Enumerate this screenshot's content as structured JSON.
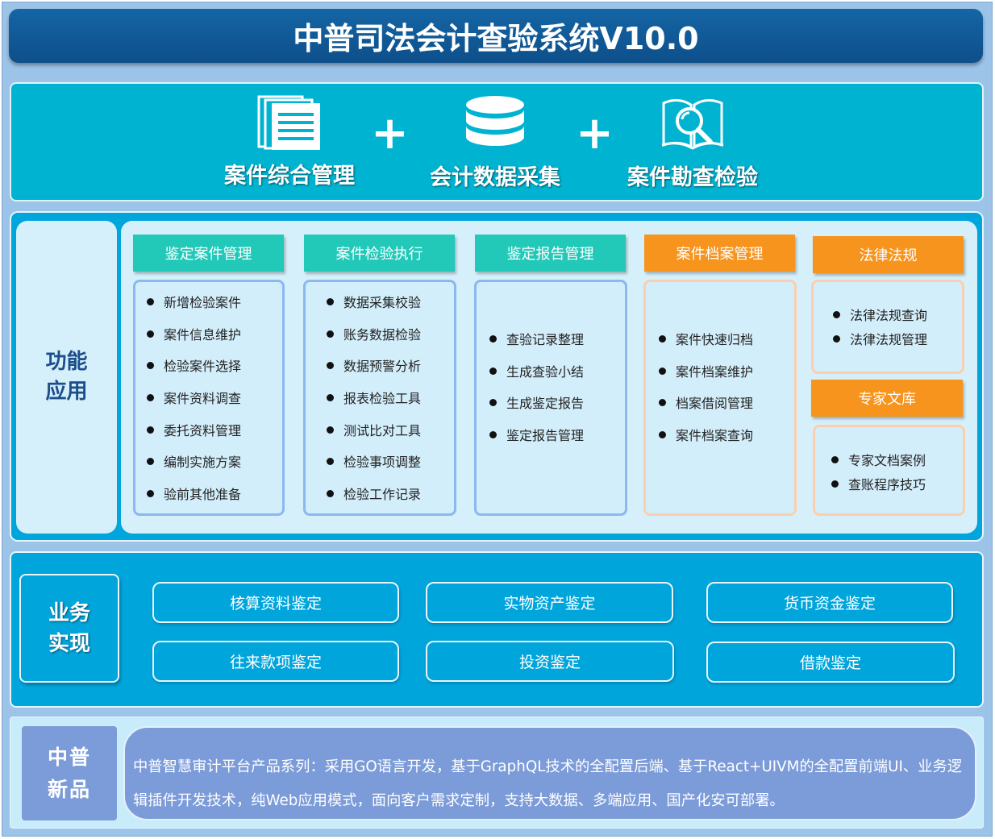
{
  "title": "中普司法会计查验系统V10.0",
  "hero": {
    "items": [
      {
        "label": "案件综合管理",
        "icon": "documents-icon"
      },
      {
        "label": "会计数据采集",
        "icon": "database-icon"
      },
      {
        "label": "案件勘查检验",
        "icon": "book-search-icon"
      }
    ],
    "plus": "+"
  },
  "functions": {
    "section_label": "功能应用",
    "categories": [
      {
        "title": "鉴定案件管理",
        "items": [
          "新增检验案件",
          "案件信息维护",
          "检验案件选择",
          "案件资料调查",
          "委托资料管理",
          "编制实施方案",
          "验前其他准备"
        ]
      },
      {
        "title": "案件检验执行",
        "items": [
          "数据采集校验",
          "账务数据检验",
          "数据预警分析",
          "报表检验工具",
          "测试比对工具",
          "检验事项调整",
          "检验工作记录"
        ]
      },
      {
        "title": "鉴定报告管理",
        "items": [
          "查验记录整理",
          "生成查验小结",
          "生成鉴定报告",
          "鉴定报告管理"
        ]
      },
      {
        "title": "案件档案管理",
        "items": [
          "案件快速归档",
          "案件档案维护",
          "档案借阅管理",
          "案件档案查询"
        ]
      },
      {
        "title": "法律法规",
        "items": [
          "法律法规查询",
          "法律法规管理"
        ]
      },
      {
        "title": "专家文库",
        "items": [
          "专家文档案例",
          "查账程序技巧"
        ]
      }
    ]
  },
  "business": {
    "section_label": "业务实现",
    "items": [
      "核算资料鉴定",
      "实物资产鉴定",
      "货币资金鉴定",
      "往来款项鉴定",
      "投资鉴定",
      "借款鉴定"
    ]
  },
  "product": {
    "section_label": "中普新品",
    "description": "中普智慧审计平台产品系列：采用GO语言开发，基于GraphQL技术的全配置后端、基于React+UIVM的全配置前端UI、业务逻辑插件开发技术，纯Web应用模式，面向客户需求定制，支持大数据、多端应用、国产化安可部署。"
  },
  "colors": {
    "title_bg": "#0d5a99",
    "hero_bg": "#00b3d1",
    "section_bg": "#00a5dc",
    "panel_bg": "#d5f0fb",
    "header_teal": "#22c9b9",
    "header_orange": "#f7941d",
    "product_bg": "#7b9bd9"
  }
}
